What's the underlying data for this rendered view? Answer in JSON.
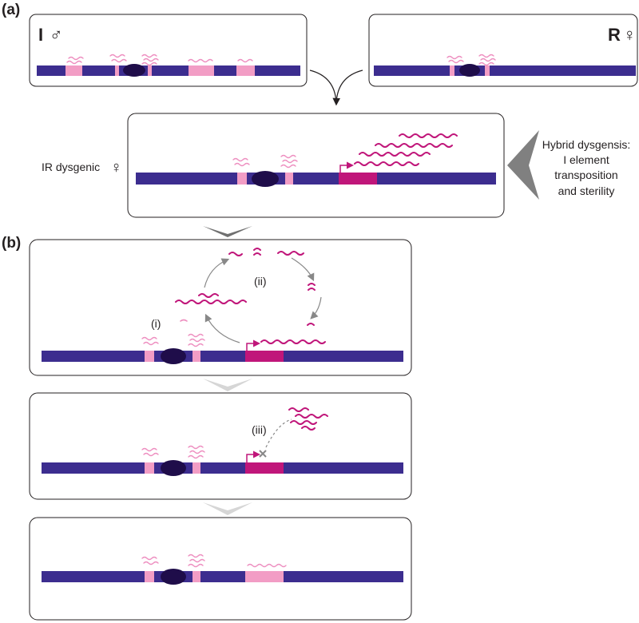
{
  "panel_a": {
    "label": "(a)",
    "male_label": "I",
    "male_symbol": "♂",
    "female_label": "R",
    "female_symbol": "♀",
    "hybrid_label": "IR dysgenic",
    "hybrid_symbol": "♀",
    "outcome_lines": [
      "Hybrid dysgensis:",
      "I element",
      "transposition",
      "and sterility"
    ]
  },
  "panel_b": {
    "label": "(b)",
    "step_i": "(i)",
    "step_ii": "(ii)",
    "step_iii": "(iii)"
  },
  "colors": {
    "chromosome": "#3c2d8f",
    "silenced_element": "#f29dc5",
    "active_element": "#c0167a",
    "centromere": "#1f0d4a"
  }
}
